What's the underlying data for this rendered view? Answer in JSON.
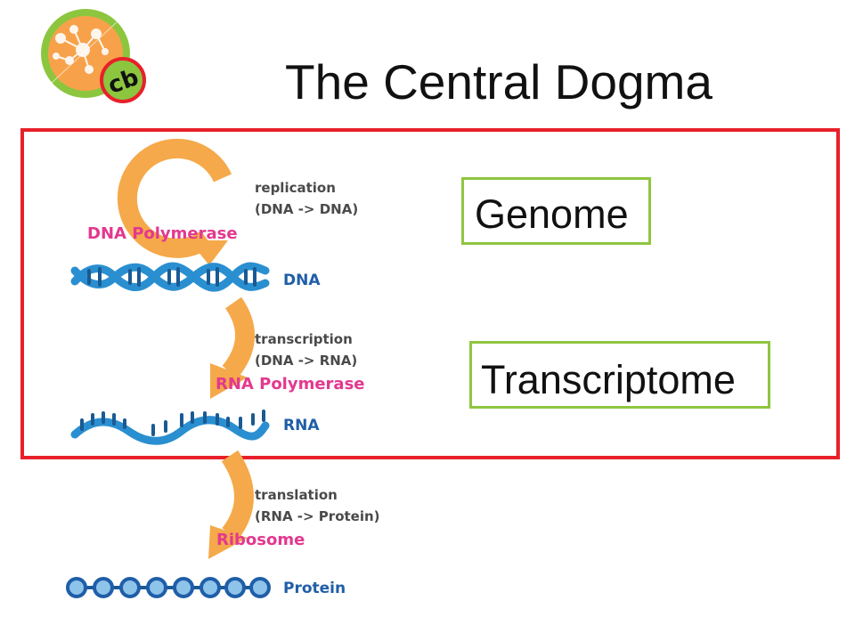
{
  "slide": {
    "title": "The Central Dogma",
    "logo_text": "cb"
  },
  "diagram": {
    "steps": [
      {
        "process": "replication",
        "direction": "(DNA -> DNA)",
        "enzyme": "DNA Polymerase"
      },
      {
        "process": "transcription",
        "direction": "(DNA -> RNA)",
        "enzyme": "RNA Polymerase"
      },
      {
        "process": "translation",
        "direction": "(RNA -> Protein)",
        "enzyme": "Ribosome"
      }
    ],
    "molecules": [
      "DNA",
      "RNA",
      "Protein"
    ]
  },
  "callouts": {
    "genome": "Genome",
    "transcriptome": "Transcriptome"
  },
  "colors": {
    "highlight_border": "#e8202a",
    "callout_border": "#8fc640",
    "arrow": "#f5a94a",
    "enzyme_text": "#e3388f",
    "molecule_text": "#1f5ea8",
    "strand": "#2a8fd0",
    "logo_orange": "#f7a24a",
    "logo_green": "#8cc63f"
  }
}
